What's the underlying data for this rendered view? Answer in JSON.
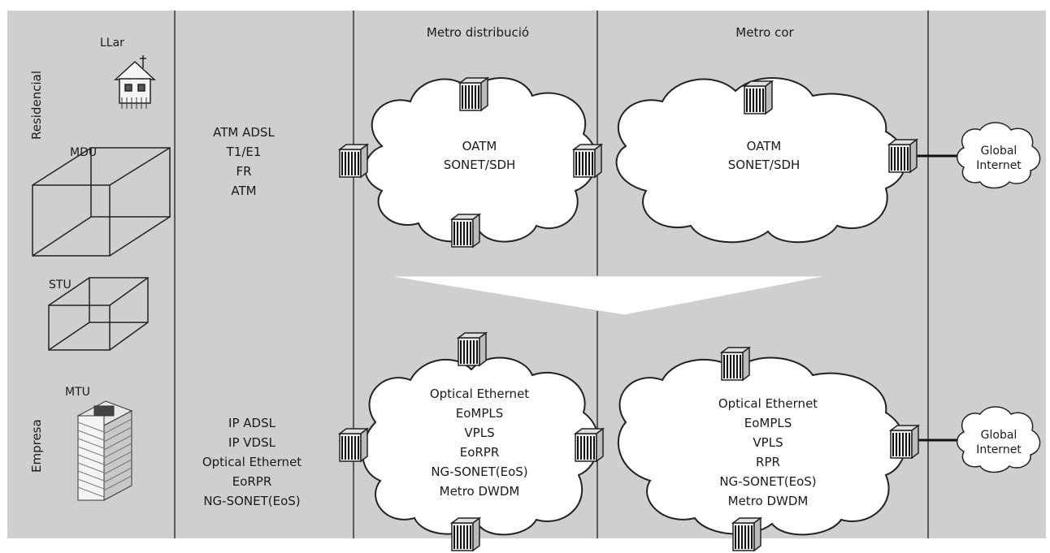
{
  "colors": {
    "background": "#cfcfcf",
    "cloud_fill": "#ffffff",
    "lines": "#333333",
    "arrow": "#ffffff",
    "device_dark": "#222222"
  },
  "columns": {
    "metro_distribution": "Metro distribució",
    "metro_core": "Metro cor"
  },
  "side_labels": {
    "residential": "Residencial",
    "business": "Empresa"
  },
  "buildings": {
    "home": "LLar",
    "mdu": "MDU",
    "stu": "STU",
    "mtu": "MTU"
  },
  "access_legacy": [
    "ATM ADSL",
    "T1/E1",
    "FR",
    "ATM"
  ],
  "access_next": [
    "IP ADSL",
    "IP VDSL",
    "Optical Ethernet",
    "EoRPR",
    "NG-SONET(EoS)"
  ],
  "clouds": {
    "top_distribution": [
      "OATM",
      "SONET/SDH"
    ],
    "top_core": [
      "OATM",
      "SONET/SDH"
    ],
    "bottom_distribution": [
      "Optical Ethernet",
      "EoMPLS",
      "VPLS",
      "EoRPR",
      "NG-SONET(EoS)",
      "Metro DWDM"
    ],
    "bottom_core": [
      "Optical Ethernet",
      "EoMPLS",
      "VPLS",
      "RPR",
      "NG-SONET(EoS)",
      "Metro DWDM"
    ]
  },
  "internet": {
    "top": [
      "Global",
      "Internet"
    ],
    "bottom": [
      "Global",
      "Internet"
    ]
  },
  "icons": {
    "network_switch": "switch-icon",
    "house": "house-icon",
    "tower": "tower-building-icon"
  }
}
